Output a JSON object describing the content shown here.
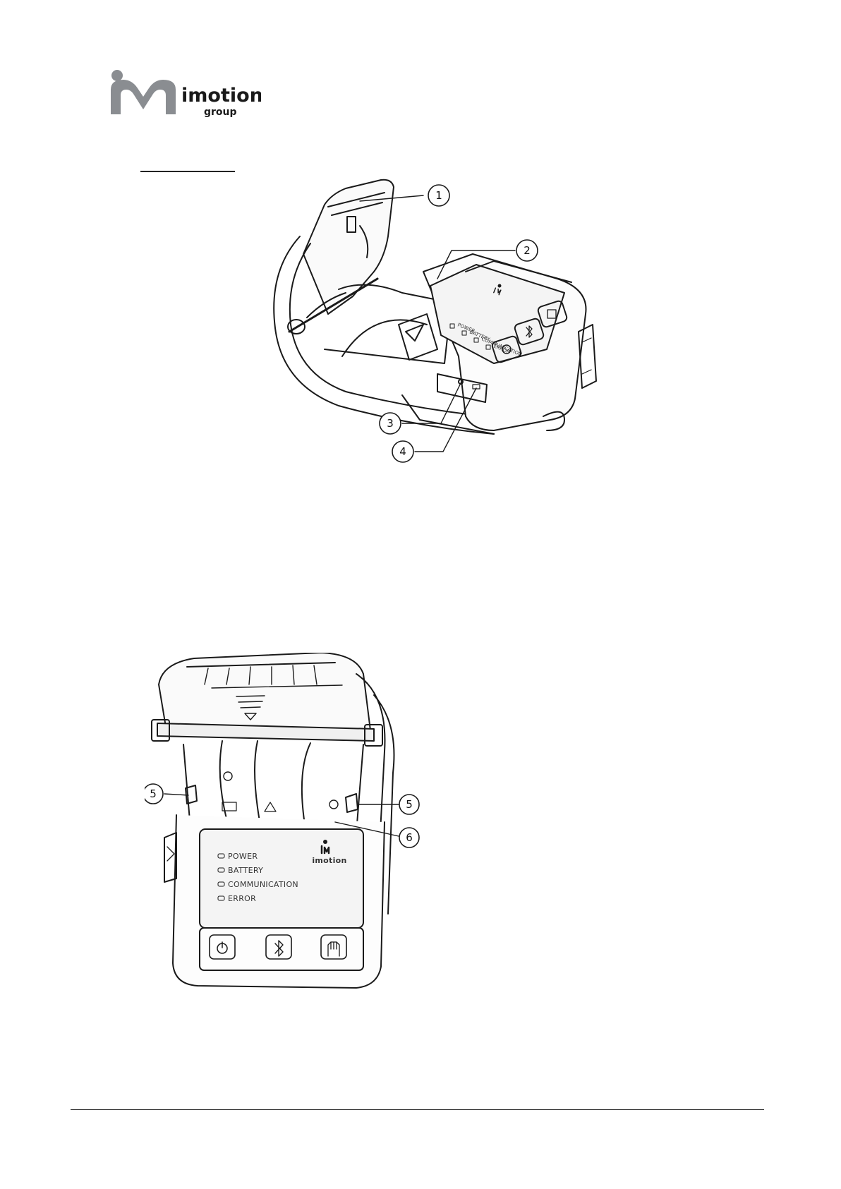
{
  "logo": {
    "lettering": "imotion",
    "sub": "group"
  },
  "figure_top": {
    "callouts": [
      "1",
      "2",
      "3",
      "4"
    ],
    "panel_labels": [
      "POWER",
      "BATTERY",
      "COMMUNICATION",
      "ERROR"
    ]
  },
  "figure_bottom": {
    "callouts": [
      "5",
      "5",
      "6"
    ],
    "panel_brand": "imotion",
    "panel_labels": [
      "POWER",
      "BATTERY",
      "COMMUNICATION",
      "ERROR"
    ]
  },
  "colors": {
    "logo_mark": "#8a8d91",
    "line": "#1a1a1a",
    "panel": "#f4f4f4"
  }
}
